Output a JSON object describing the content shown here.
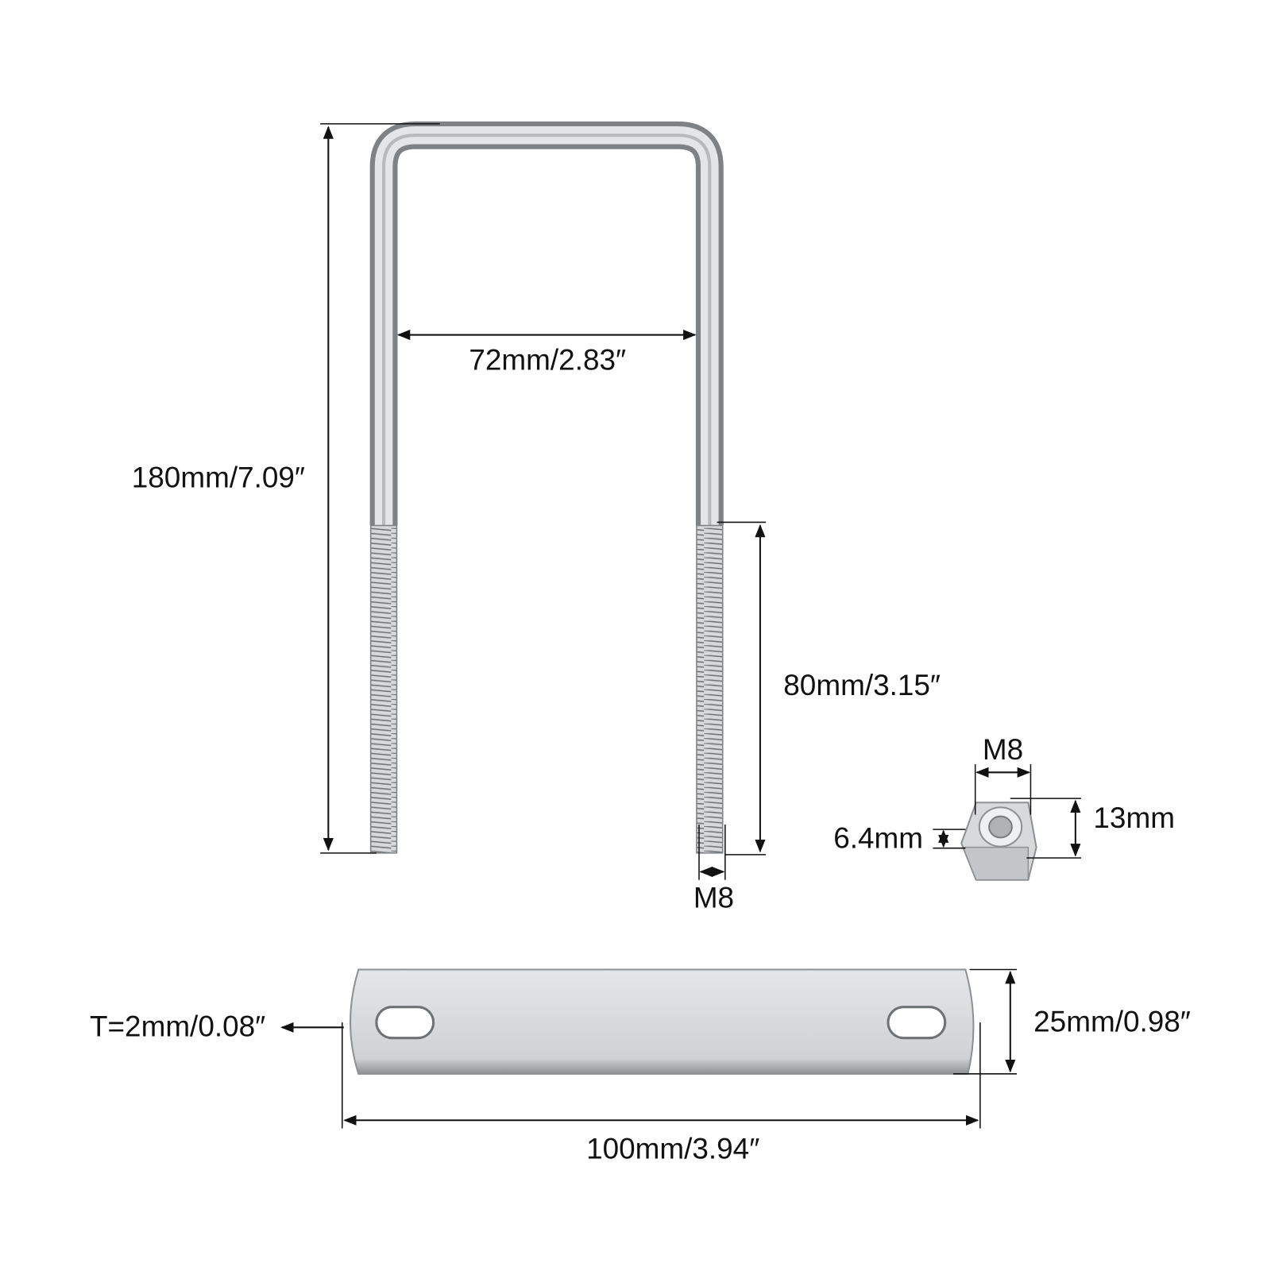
{
  "title": "U-bolt with nuts and plate dimensions",
  "ubolt": {
    "total_length": "180mm/7.09″",
    "inner_width": "72mm/2.83″",
    "thread_length": "80mm/3.15″",
    "thread_size": "M8"
  },
  "nut": {
    "thread_size": "M8",
    "width": "13mm",
    "thickness": "6.4mm"
  },
  "plate": {
    "thickness": "T=2mm/0.08″",
    "width": "25mm/0.98″",
    "length": "100mm/3.94″"
  },
  "colors": {
    "metal": "#c9cbcd",
    "metal_dark": "#8e9194",
    "line": "#111111"
  }
}
